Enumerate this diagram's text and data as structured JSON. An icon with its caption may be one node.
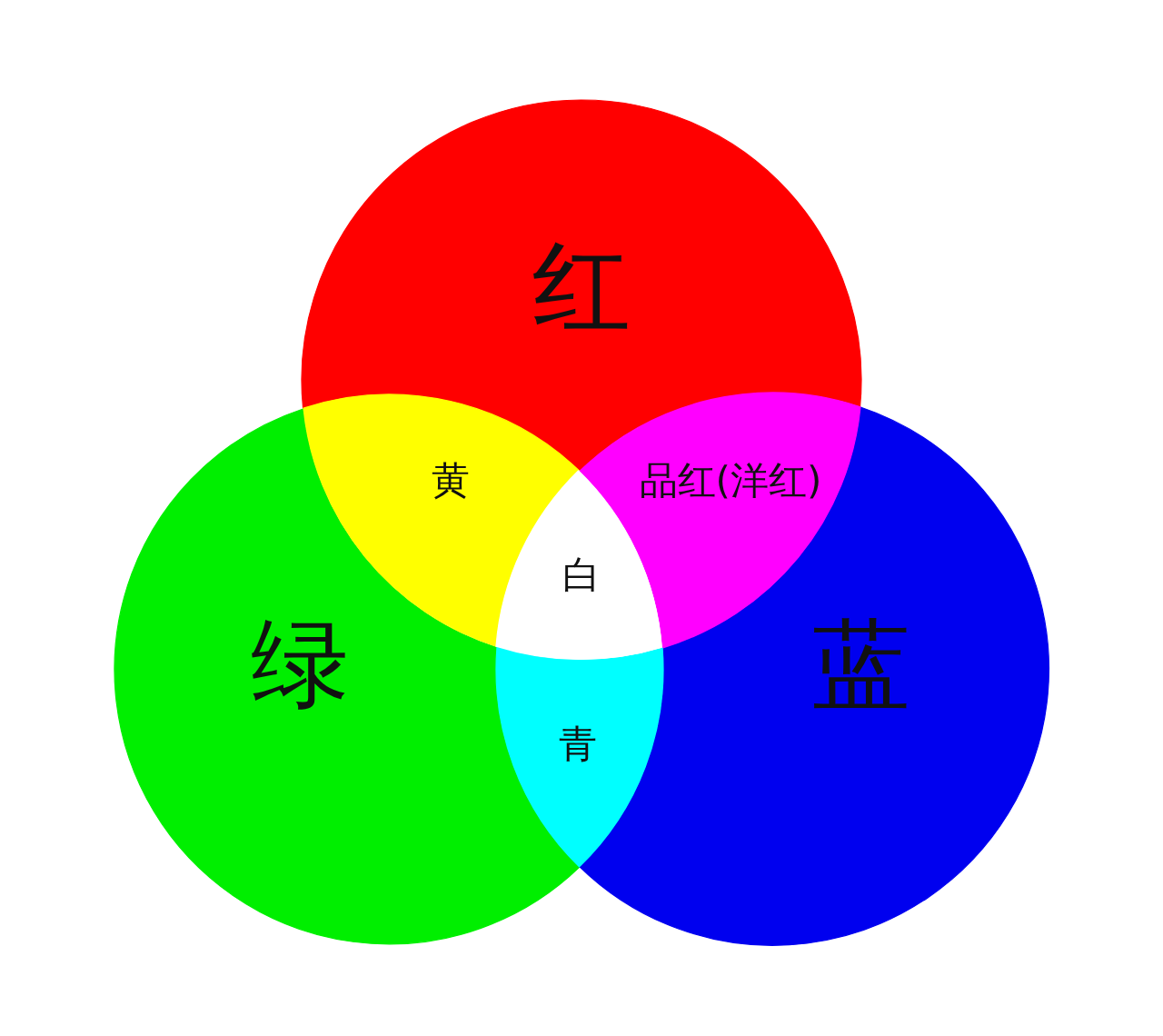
{
  "diagram": {
    "nodes": [
      {
        "text": [
          "红"
        ]
      },
      {
        "text": [
          "绿"
        ]
      },
      {
        "text": [
          "蓝"
        ]
      },
      {
        "text": [
          "黄"
        ]
      },
      {
        "text": [
          "品红(洋红)"
        ]
      },
      {
        "text": [
          "白"
        ]
      },
      {
        "text": [
          "青"
        ]
      }
    ]
  }
}
